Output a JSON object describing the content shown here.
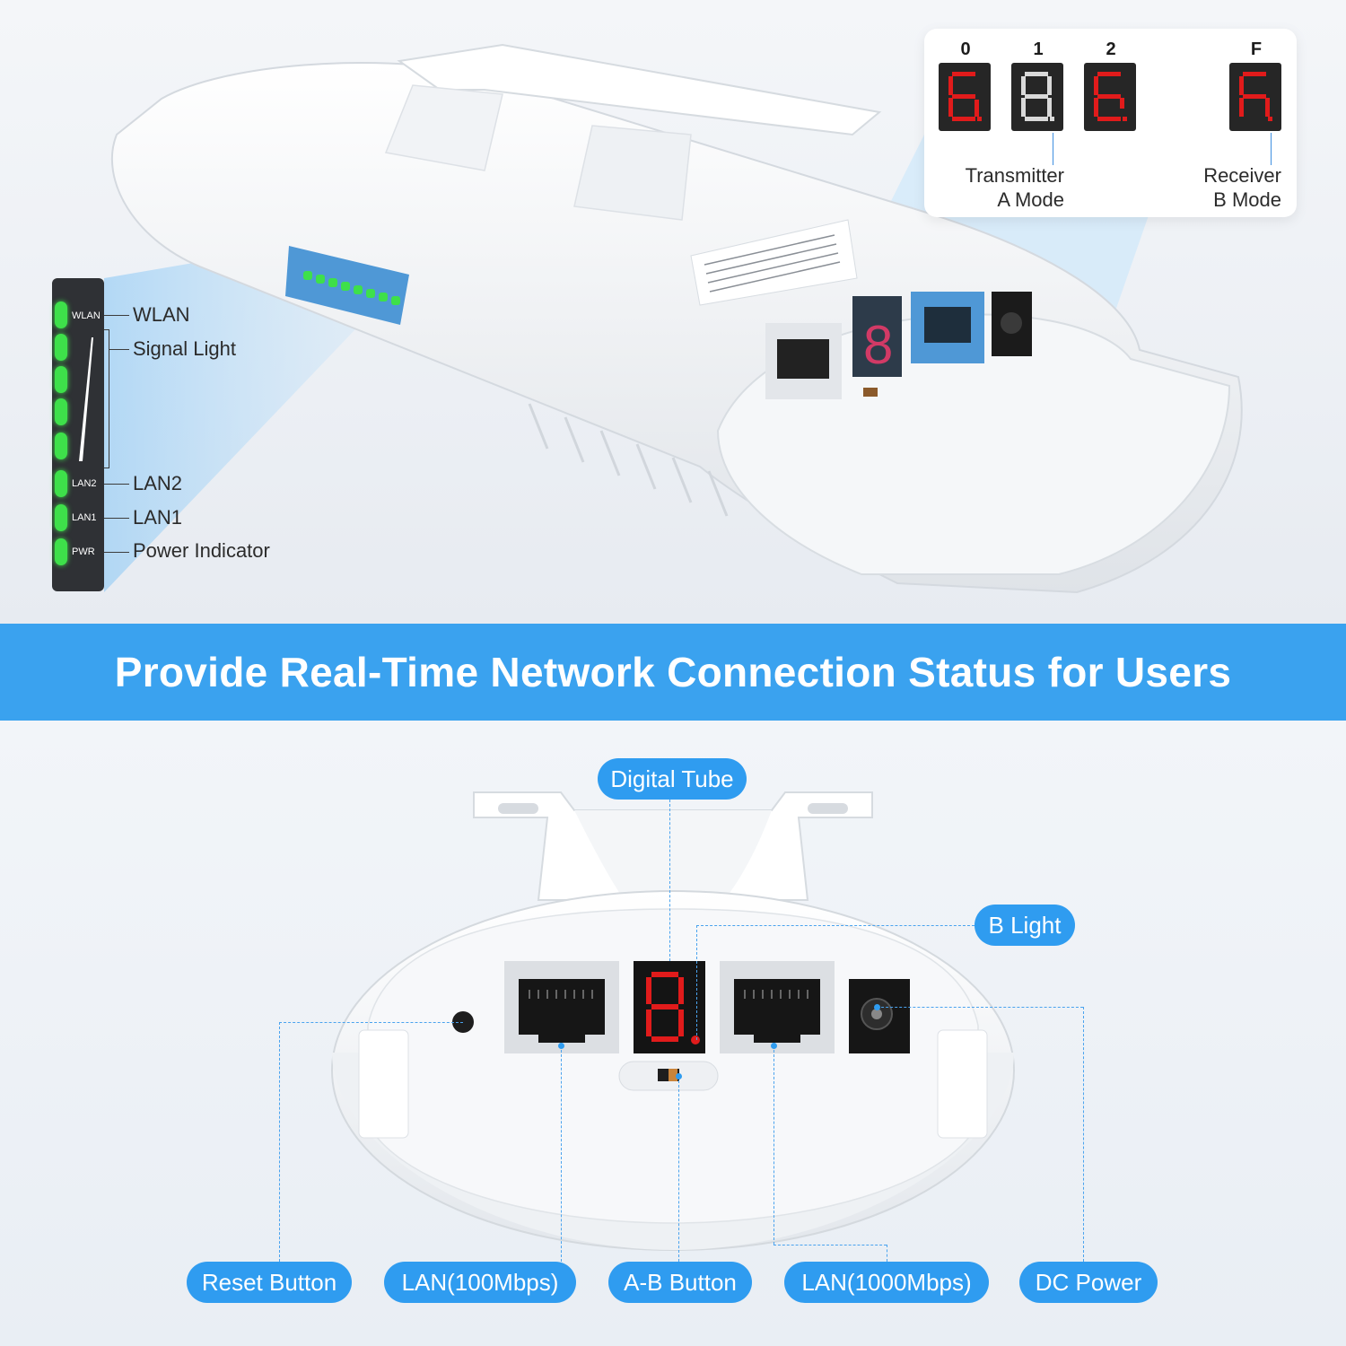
{
  "leds": {
    "wlan": "WLAN",
    "signal_light": "Signal Light",
    "lan2": "LAN2",
    "lan1": "LAN1",
    "pwr": "Power Indicator",
    "panel_tags": {
      "wlan": "WLAN",
      "lan2": "LAN2",
      "lan1": "LAN1",
      "pwr": "PWR"
    }
  },
  "modes": {
    "digits": [
      {
        "char": "0",
        "color": "#e11b1b"
      },
      {
        "char": "1",
        "color": "#d9d9d9"
      },
      {
        "char": "2",
        "color": "#e11b1b"
      },
      {
        "char": "F",
        "color": "#e11b1b"
      }
    ],
    "transmitter_line1": "Transmitter",
    "transmitter_line2": "A Mode",
    "receiver_line1": "Receiver",
    "receiver_line2": "B Mode"
  },
  "banner": {
    "title": "Provide Real-Time Network Connection Status for Users"
  },
  "callouts": {
    "digital_tube": "Digital Tube",
    "b_light": "B Light",
    "reset_button": "Reset Button",
    "lan_100": "LAN(100Mbps)",
    "ab_button": "A-B Button",
    "lan_1000": "LAN(1000Mbps)",
    "dc_power": "DC Power"
  },
  "colors": {
    "accent": "#2f9cf0",
    "banner": "#3aa2ef",
    "led_green": "#3ee04a",
    "segment_red": "#e11b1b"
  }
}
